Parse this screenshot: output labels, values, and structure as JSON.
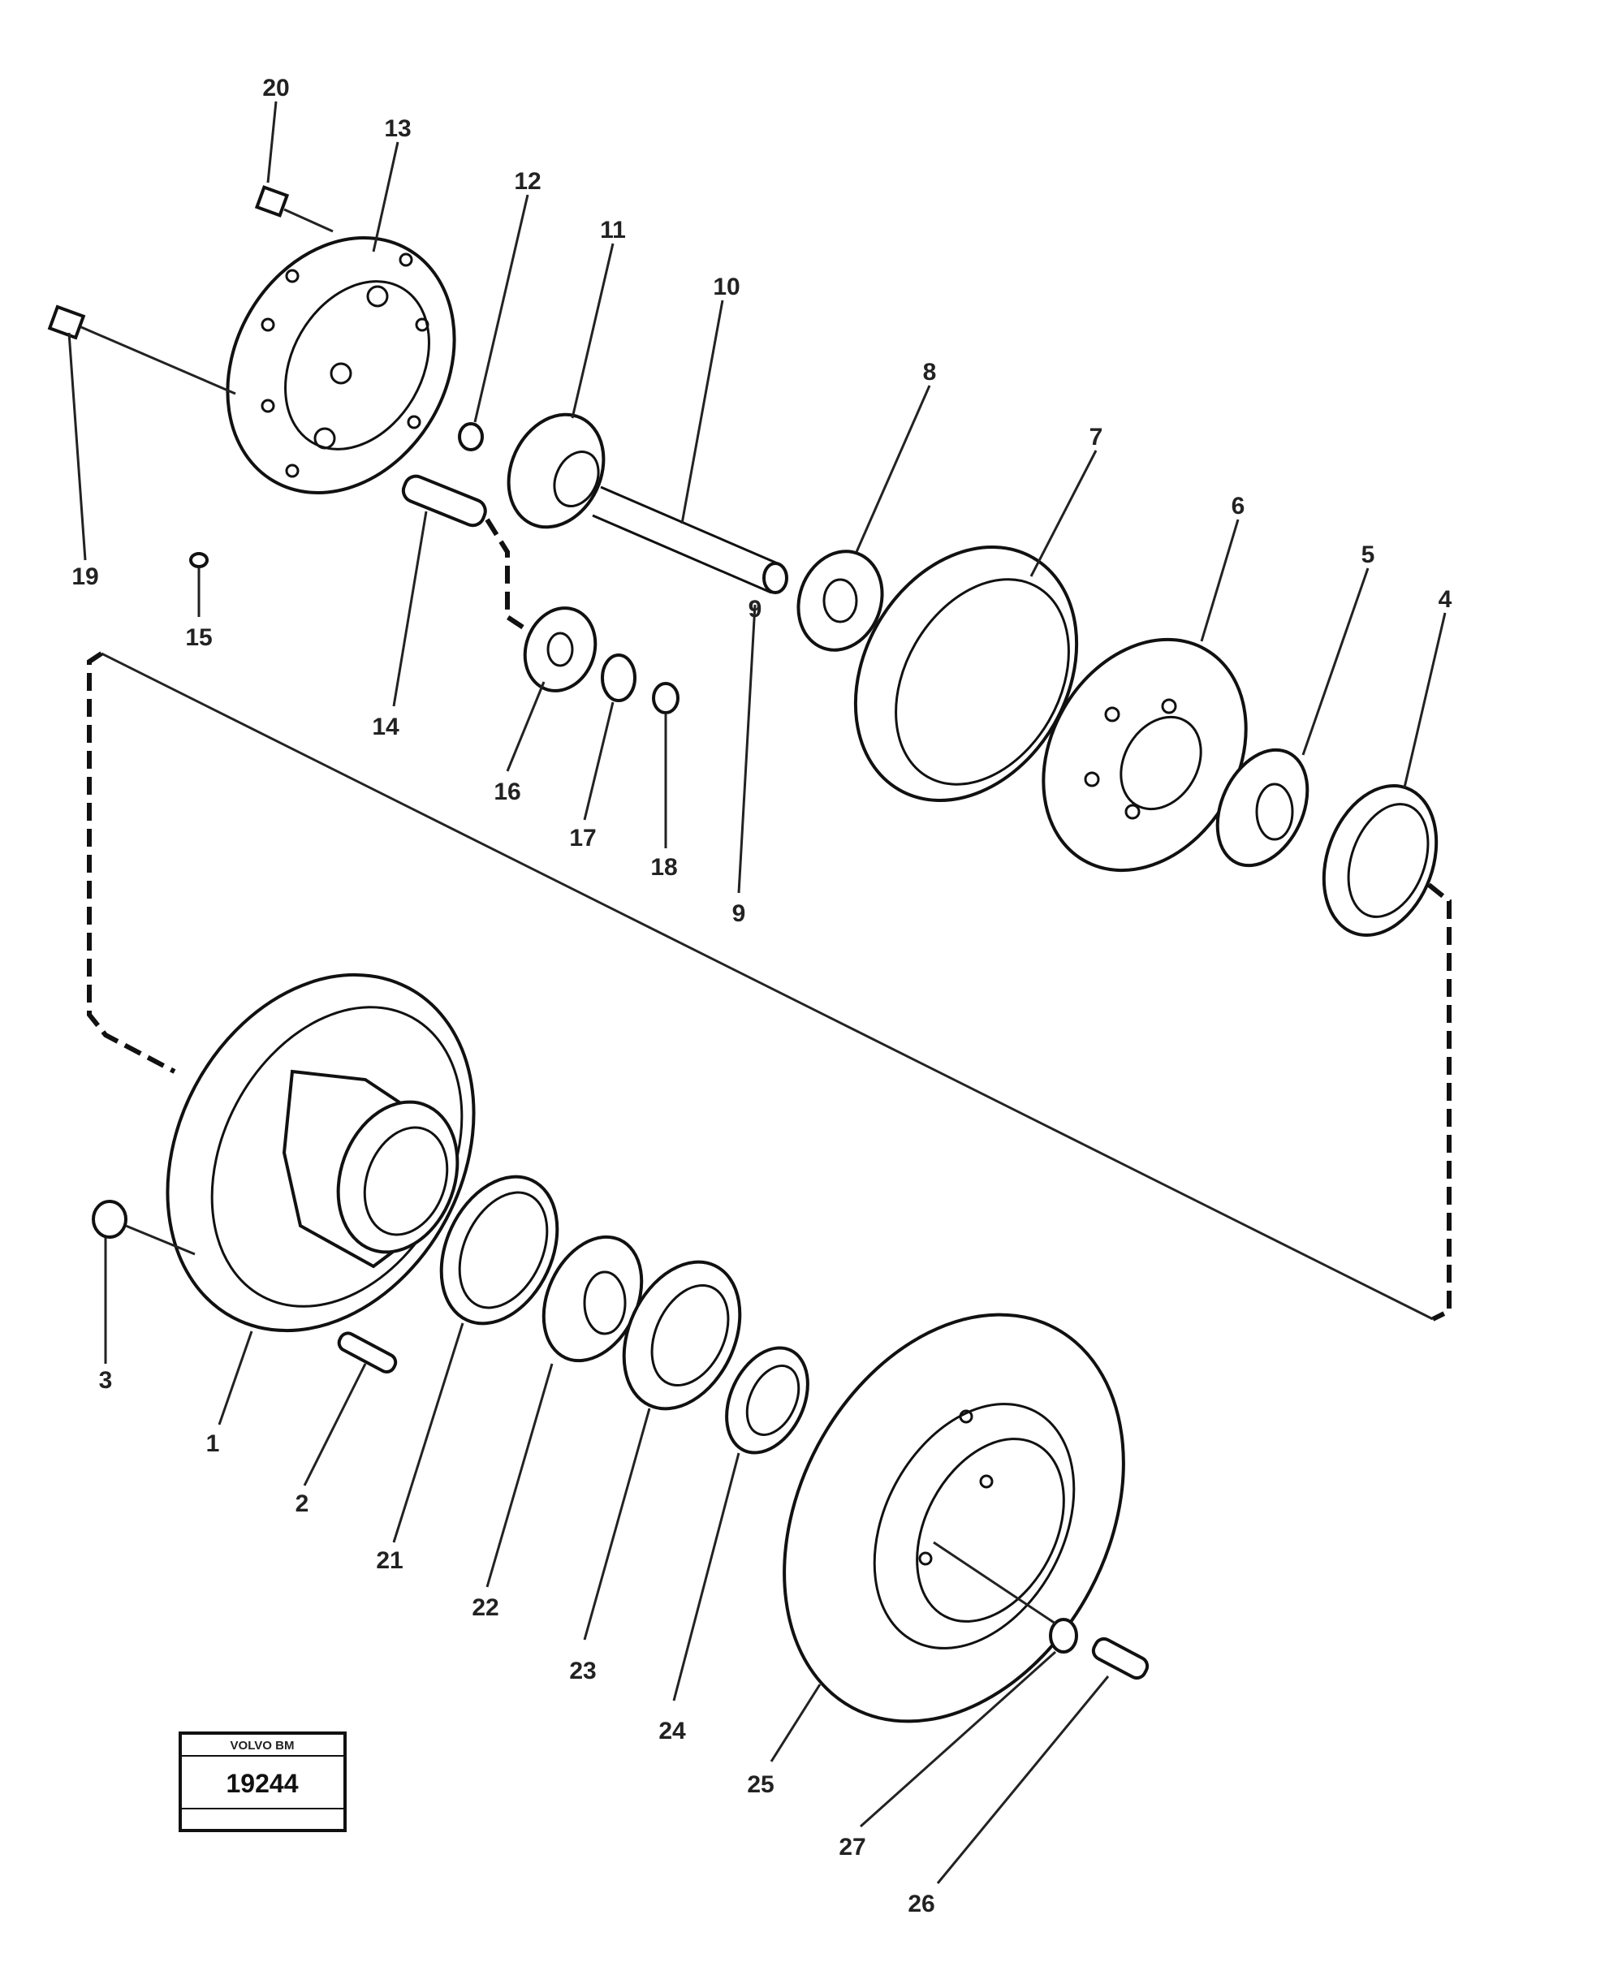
{
  "labels": {
    "p1": "1",
    "p2": "2",
    "p3": "3",
    "p4": "4",
    "p5": "5",
    "p6": "6",
    "p7": "7",
    "p8": "8",
    "p9a": "9",
    "p9b": "9",
    "p10": "10",
    "p11": "11",
    "p12": "12",
    "p13": "13",
    "p14": "14",
    "p15": "15",
    "p16": "16",
    "p17": "17",
    "p18": "18",
    "p19": "19",
    "p20": "20",
    "p21": "21",
    "p22": "22",
    "p23": "23",
    "p24": "24",
    "p25": "25",
    "p26": "26",
    "p27": "27"
  },
  "stamp": {
    "brand": "VOLVO BM",
    "number": "19244"
  }
}
